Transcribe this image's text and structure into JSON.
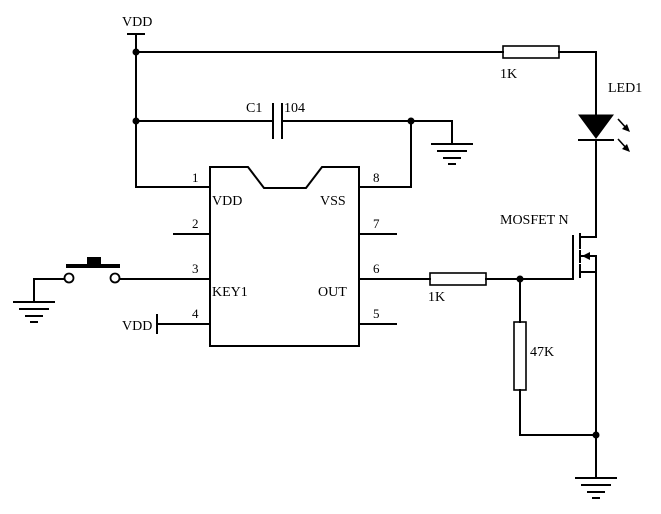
{
  "supply": {
    "top_label": "VDD",
    "key_pull_label": "VDD"
  },
  "chip": {
    "pins": [
      {
        "num": "1",
        "name": "VDD"
      },
      {
        "num": "2",
        "name": ""
      },
      {
        "num": "3",
        "name": "KEY1"
      },
      {
        "num": "4",
        "name": ""
      },
      {
        "num": "5",
        "name": ""
      },
      {
        "num": "6",
        "name": "OUT"
      },
      {
        "num": "7",
        "name": ""
      },
      {
        "num": "8",
        "name": "VSS"
      }
    ]
  },
  "components": {
    "capacitor": {
      "ref": "C1",
      "value": "104"
    },
    "led_resistor": {
      "value": "1K"
    },
    "led": {
      "ref": "LED1"
    },
    "gate_resistor": {
      "value": "1K"
    },
    "pulldown_resistor": {
      "value": "47K"
    },
    "mosfet": {
      "label": "MOSFET N"
    }
  }
}
